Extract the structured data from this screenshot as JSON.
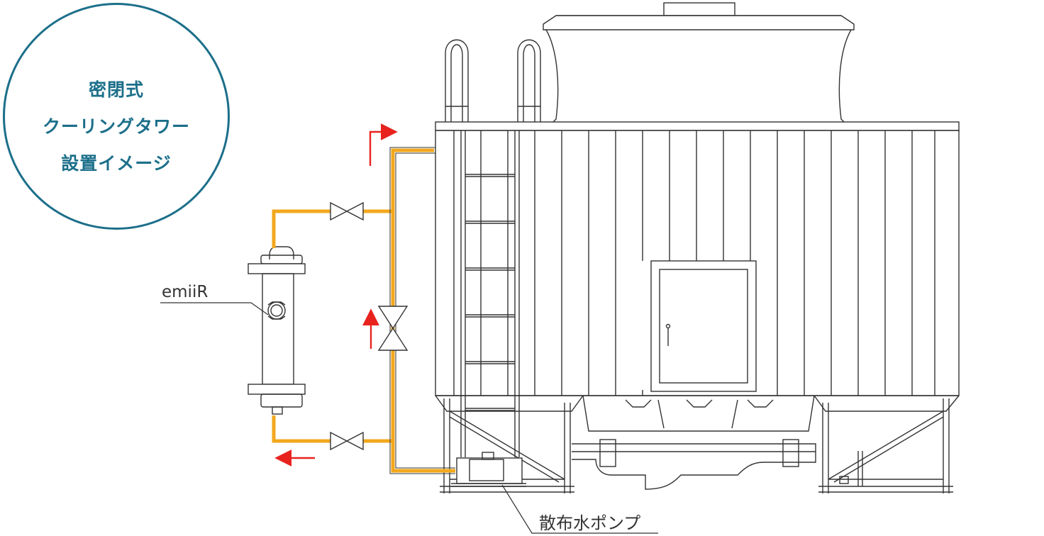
{
  "badge": {
    "line1": "密閉式",
    "line2": "クーリングタワー",
    "line3": "設置イメージ"
  },
  "labels": {
    "device": "emiiR",
    "pump": "散布水ポンプ"
  },
  "colors": {
    "pipe": "#f2a81d",
    "flow_arrow": "#e8231e",
    "badge_ring": "#1c6f8a",
    "line": "#333333"
  }
}
